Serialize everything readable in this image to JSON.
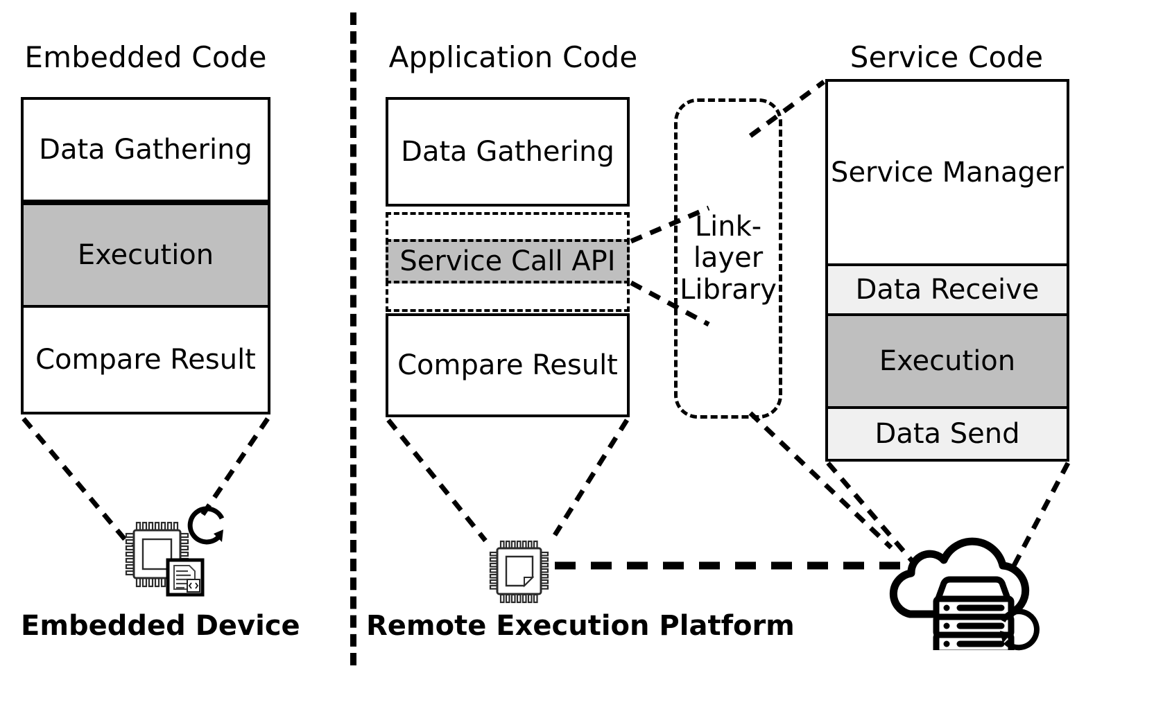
{
  "columns": [
    {
      "title": "Embedded Code",
      "rows": [
        {
          "label": "Data Gathering",
          "fill": "white"
        },
        {
          "label": "Execution",
          "fill": "gray"
        },
        {
          "label": "Compare Result",
          "fill": "white"
        }
      ],
      "bottom_label": "Embedded Device",
      "icon": "microchip-with-code-document-icon"
    },
    {
      "title": "Application Code",
      "rows": [
        {
          "label": "Data Gathering",
          "fill": "white"
        },
        {
          "label": "Service Call API",
          "fill": "gray-dashed"
        },
        {
          "label": "Compare Result",
          "fill": "white"
        }
      ],
      "bottom_label": "Remote Execution Platform",
      "icon": "microchip-icon"
    },
    {
      "title": "Service Code",
      "rows": [
        {
          "label": "Service Manager",
          "fill": "white"
        },
        {
          "label": "Data Receive",
          "fill": "light-gray"
        },
        {
          "label": "Execution",
          "fill": "gray"
        },
        {
          "label": "Data Send",
          "fill": "light-gray"
        }
      ],
      "bottom_label": "",
      "icon": "cloud-server-icon"
    }
  ],
  "link_layer": {
    "line1": "Link-",
    "line2": "layer",
    "line3": "Library"
  },
  "icons": {
    "embedded_chip": "microchip-with-code-document-icon",
    "embedded_loop": "circular-refresh-arrow-icon",
    "app_chip": "microchip-icon",
    "cloud": "cloud-icon",
    "server": "server-rack-icon",
    "server_loop": "circular-refresh-arrow-icon"
  },
  "colors": {
    "stroke": "#000000",
    "gray_fill": "#bfbfbf",
    "light_gray_fill": "#f0f0f0",
    "background": "#ffffff"
  }
}
